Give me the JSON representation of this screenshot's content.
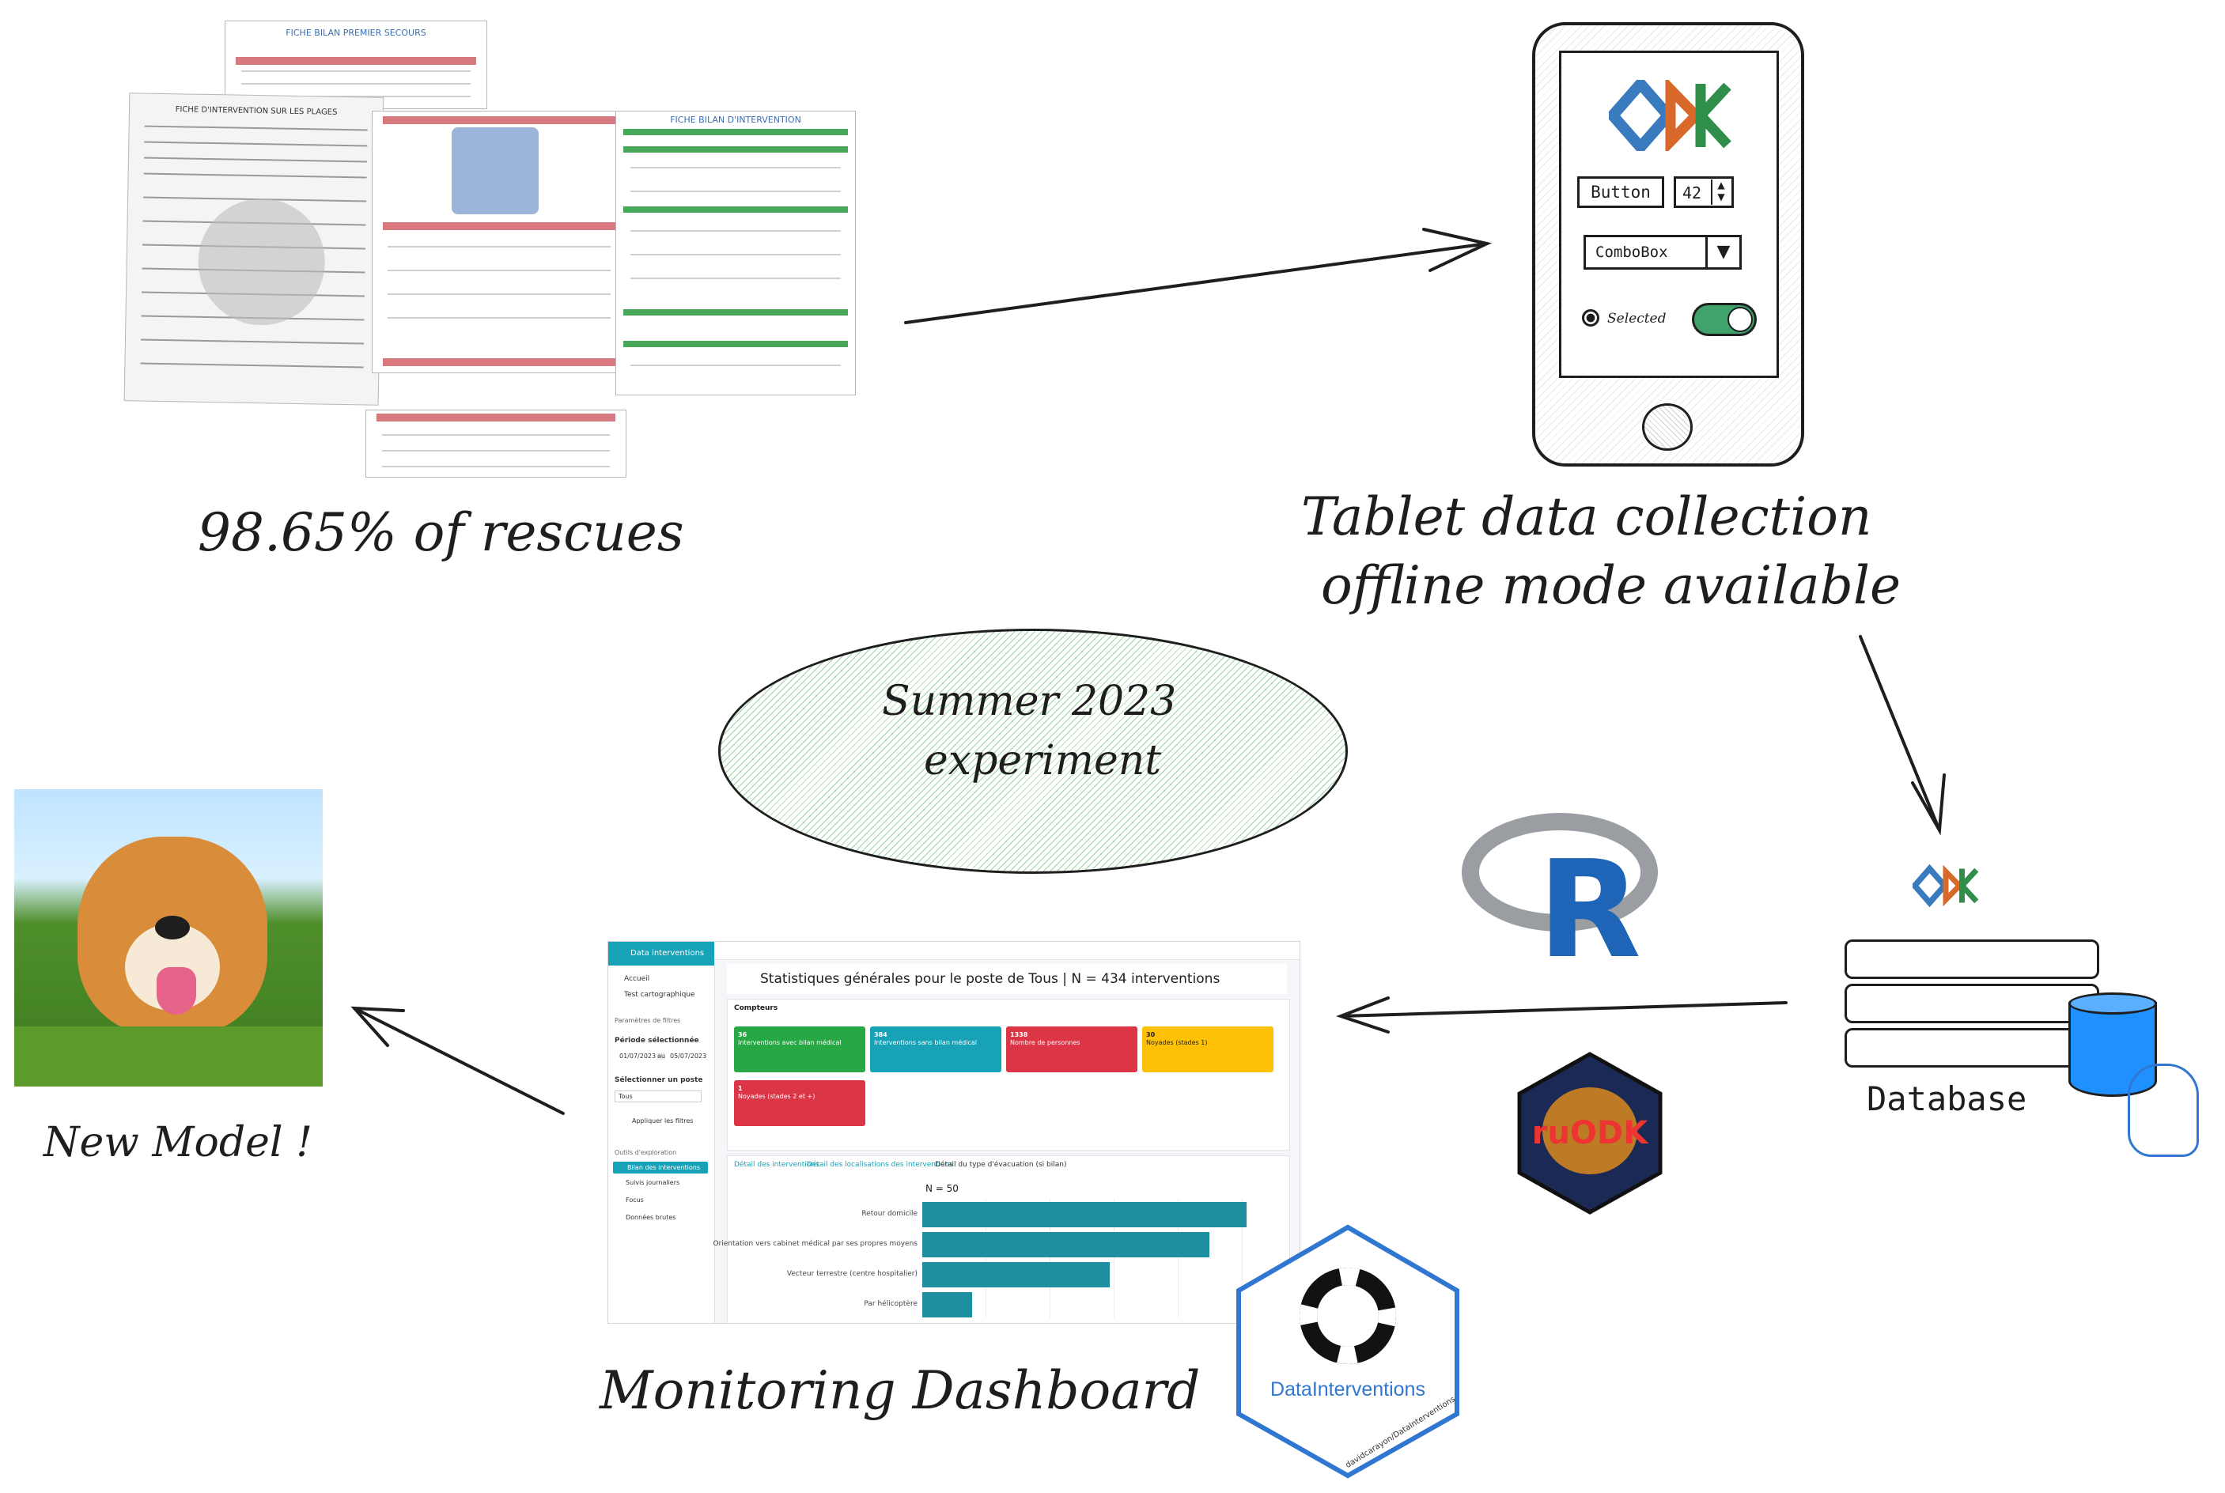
{
  "labels": {
    "rescues": "98.65% of rescues",
    "tablet_line1": "Tablet data collection",
    "tablet_line2": "offline mode available",
    "experiment_line1": "Summer 2023",
    "experiment_line2": "experiment",
    "database": "Database",
    "dashboard": "Monitoring Dashboard",
    "new_model": "New Model !"
  },
  "forms": {
    "form1_title": "FICHE BILAN PREMIER SECOURS",
    "form2_title": "FICHE D'INTERVENTION SUR LES PLAGES",
    "form3_title": "FICHE BILAN D'INTERVENTION"
  },
  "tablet": {
    "logo": "ODK",
    "button_label": "Button",
    "spinner_value": "42",
    "combobox_label": "ComboBox",
    "radio_label": "Selected"
  },
  "logos": {
    "db_logo": "ODK",
    "ruodk_text": "ruODK",
    "hex_label": "DataInterventions",
    "hex_url": "davidcarayon/DataInterventions"
  },
  "dashboard": {
    "brand": "Data interventions",
    "nav": [
      "Accueil",
      "Test cartographique"
    ],
    "filters_title": "Paramètres de filtres",
    "period_label": "Période sélectionnée",
    "date_from": "01/07/2023",
    "date_sep": "au",
    "date_to": "05/07/2023",
    "post_label": "Sélectionner un poste",
    "post_value": "Tous",
    "apply_button": "Appliquer les filtres",
    "tools_title": "Outils d'exploration",
    "tools": [
      "Bilan des interventions",
      "Suivis journaliers",
      "Focus",
      "Données brutes"
    ],
    "header": "Statistiques générales pour le poste de Tous | N = 434 interventions",
    "counters_title": "Compteurs",
    "cards": [
      {
        "value": "36",
        "label": "Interventions avec bilan médical",
        "color": "#28a745"
      },
      {
        "value": "384",
        "label": "Interventions sans bilan médical",
        "color": "#17a2b8"
      },
      {
        "value": "1338",
        "label": "Nombre de personnes",
        "color": "#dc3545"
      },
      {
        "value": "30",
        "label": "Noyades (stades 1)",
        "color": "#ffc107"
      },
      {
        "value": "1",
        "label": "Noyades (stades 2 et +)",
        "color": "#dc3545"
      }
    ],
    "tabs": [
      "Détail des interventions",
      "Détail des localisations des interventions",
      "Détail du type d'évacuation (si bilan)"
    ],
    "chart_n": "N = 50"
  },
  "chart_data": {
    "type": "bar",
    "orientation": "horizontal",
    "categories": [
      "Retour domicile",
      "Orientation vers cabinet médical par ses propres moyens",
      "Vecteur terrestre (centre hospitalier)",
      "Par hélicoptère"
    ],
    "values": [
      26,
      23,
      15,
      4
    ],
    "xlim": [
      0,
      26
    ],
    "title": "N = 50",
    "xlabel": "",
    "ylabel": "",
    "grid": true
  },
  "colors": {
    "teal": "#17a2b8",
    "bar": "#1d8fa1",
    "odk_blue": "#3a7bbf",
    "odk_orange": "#d9692b",
    "odk_green": "#2f8f4a",
    "r_blue": "#1f65b7",
    "db_blue": "#1e90ff",
    "toggle_green": "#3fa36b",
    "ellipse_hatch": "#9ad6a1",
    "hex_border": "#2f77d0"
  },
  "icons": [
    "arrow-icon",
    "dog-photo-icon",
    "lifebuoy-icon",
    "r-logo-icon",
    "elephant-icon",
    "database-icon"
  ]
}
